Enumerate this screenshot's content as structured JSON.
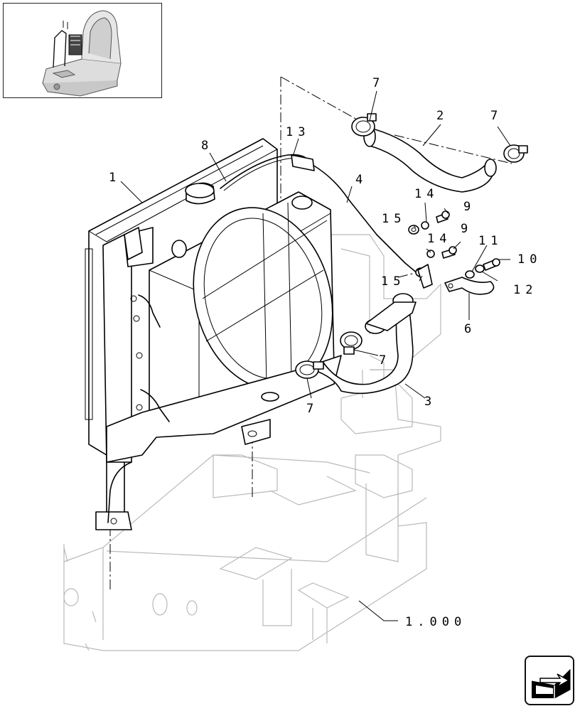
{
  "diagram": {
    "callouts": [
      {
        "id": "c1",
        "text": "1"
      },
      {
        "id": "c2",
        "text": "2"
      },
      {
        "id": "c3",
        "text": "3"
      },
      {
        "id": "c4",
        "text": "4"
      },
      {
        "id": "c6",
        "text": "6"
      },
      {
        "id": "c7a",
        "text": "7"
      },
      {
        "id": "c7b",
        "text": "7"
      },
      {
        "id": "c7c",
        "text": "7"
      },
      {
        "id": "c7d",
        "text": "7"
      },
      {
        "id": "c8",
        "text": "8"
      },
      {
        "id": "c9a",
        "text": "9"
      },
      {
        "id": "c9b",
        "text": "9"
      },
      {
        "id": "c10",
        "text": "10"
      },
      {
        "id": "c11",
        "text": "11"
      },
      {
        "id": "c12",
        "text": "12"
      },
      {
        "id": "c13",
        "text": "13"
      },
      {
        "id": "c14a",
        "text": "14"
      },
      {
        "id": "c14b",
        "text": "14"
      },
      {
        "id": "c15a",
        "text": "15"
      },
      {
        "id": "c15b",
        "text": "15"
      },
      {
        "id": "c1000",
        "text": "1.000"
      }
    ]
  },
  "thumbnail": {
    "icon": "machine-overview-icon"
  },
  "navigation": {
    "icon": "next-page-arrow-icon"
  },
  "colors": {
    "ink": "#000000",
    "ghost": "#b9b9b9",
    "background": "#ffffff"
  }
}
